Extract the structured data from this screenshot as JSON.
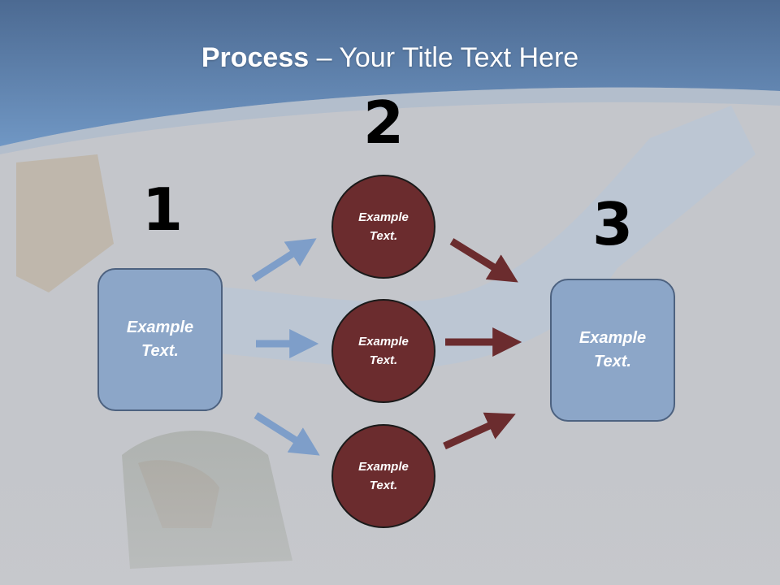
{
  "title": {
    "bold": "Process",
    "rest": " – Your Title Text Here"
  },
  "steps": {
    "one": "1",
    "two": "2",
    "three": "3"
  },
  "left_box": {
    "label": "Example Text."
  },
  "right_box": {
    "label": "Example Text."
  },
  "circles": [
    {
      "label": "Example Text."
    },
    {
      "label": "Example Text."
    },
    {
      "label": "Example Text."
    }
  ],
  "colors": {
    "header_blue": "#6a8fbd",
    "box_fill": "#8ca6c8",
    "circle_fill": "#6b2c2e",
    "blue_arrow": "#7e9ec9",
    "red_arrow": "#6b2c2e"
  }
}
